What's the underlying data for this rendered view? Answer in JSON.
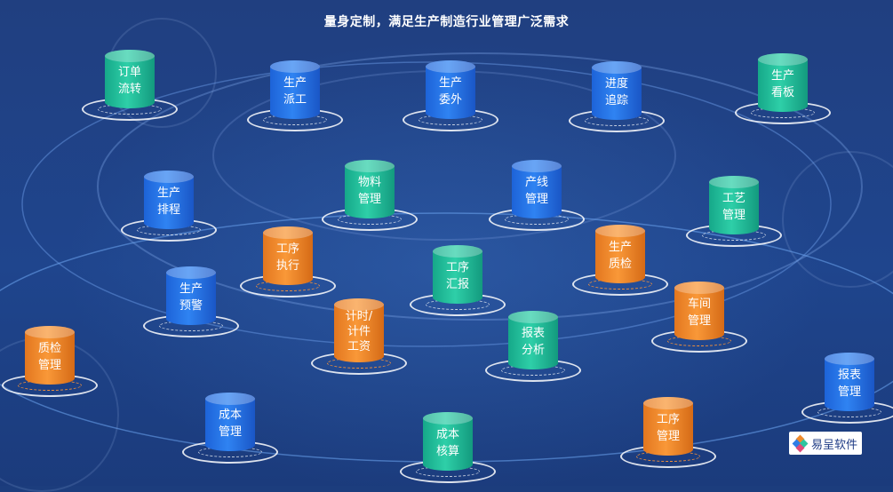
{
  "title": "量身定制，满足生产制造行业管理广泛需求",
  "colors": {
    "blue": "#2f83f2",
    "green": "#2ecfa8",
    "orange": "#f99838"
  },
  "modules": [
    {
      "id": "order-flow",
      "color": "green",
      "lines": [
        "订单",
        "流转"
      ]
    },
    {
      "id": "dispatch",
      "color": "blue",
      "lines": [
        "生产",
        "派工"
      ]
    },
    {
      "id": "outsourcing",
      "color": "blue",
      "lines": [
        "生产",
        "委外"
      ]
    },
    {
      "id": "progress",
      "color": "blue",
      "lines": [
        "进度",
        "追踪"
      ]
    },
    {
      "id": "dashboard",
      "color": "green",
      "lines": [
        "生产",
        "看板"
      ]
    },
    {
      "id": "scheduling",
      "color": "blue",
      "lines": [
        "生产",
        "排程"
      ]
    },
    {
      "id": "material",
      "color": "green",
      "lines": [
        "物料",
        "管理"
      ]
    },
    {
      "id": "line-mgmt",
      "color": "blue",
      "lines": [
        "产线",
        "管理"
      ]
    },
    {
      "id": "process-craft",
      "color": "green",
      "lines": [
        "工艺",
        "管理"
      ]
    },
    {
      "id": "process-exec",
      "color": "orange",
      "lines": [
        "工序",
        "执行"
      ]
    },
    {
      "id": "process-report",
      "color": "green",
      "lines": [
        "工序",
        "汇报"
      ]
    },
    {
      "id": "quality-check",
      "color": "orange",
      "lines": [
        "生产",
        "质检"
      ]
    },
    {
      "id": "warning",
      "color": "blue",
      "lines": [
        "生产",
        "预警"
      ]
    },
    {
      "id": "wages",
      "color": "orange",
      "lines": [
        "计时/",
        "计件",
        "工资"
      ]
    },
    {
      "id": "report-analysis",
      "color": "green",
      "lines": [
        "报表",
        "分析"
      ]
    },
    {
      "id": "workshop",
      "color": "orange",
      "lines": [
        "车间",
        "管理"
      ]
    },
    {
      "id": "qc-mgmt",
      "color": "orange",
      "lines": [
        "质检",
        "管理"
      ]
    },
    {
      "id": "report-mgmt",
      "color": "blue",
      "lines": [
        "报表",
        "管理"
      ]
    },
    {
      "id": "cost-mgmt",
      "color": "blue",
      "lines": [
        "成本",
        "管理"
      ]
    },
    {
      "id": "cost-calc",
      "color": "green",
      "lines": [
        "成本",
        "核算"
      ]
    },
    {
      "id": "process-mgmt",
      "color": "orange",
      "lines": [
        "工序",
        "管理"
      ]
    }
  ],
  "logo": {
    "text": "易呈软件"
  }
}
